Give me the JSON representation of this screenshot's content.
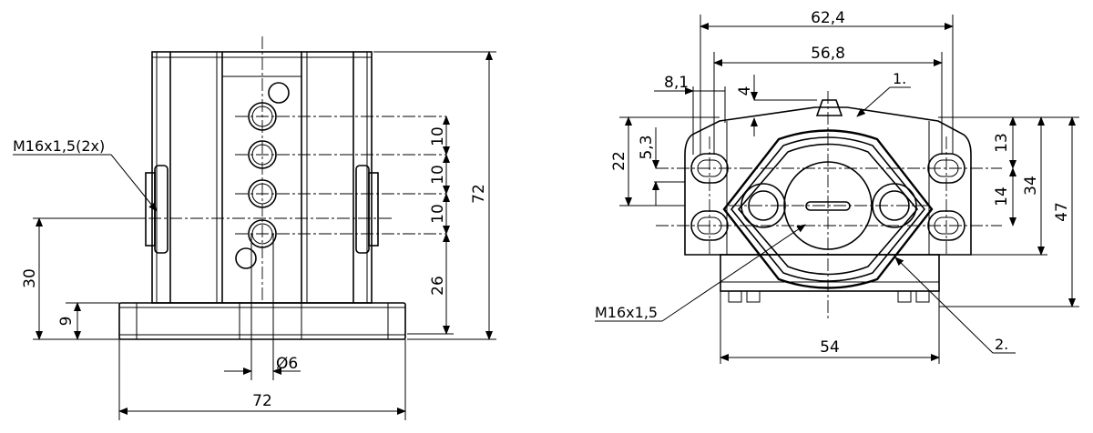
{
  "left_view": {
    "thread_callout": "M16x1,5(2x)",
    "dim_spacing_1": "10",
    "dim_spacing_2": "10",
    "dim_spacing_3": "10",
    "dim_lower_hole": "26",
    "dim_total_height": "72",
    "dim_port_height": "30",
    "dim_base_height": "9",
    "dim_hole_diameter": "Ø6",
    "dim_total_width": "72"
  },
  "right_view": {
    "dim_outer_width": "62,4",
    "dim_inner_width": "56,8",
    "dim_slot_offset": "8,1",
    "dim_nub": "4",
    "dim_flange": "22",
    "dim_slot": "5,3",
    "dim_upper_right": "13",
    "dim_slot_spacing": "14",
    "dim_mid_height": "34",
    "dim_total_height": "47",
    "dim_base_width": "54",
    "thread_callout": "M16x1,5",
    "item_1": "1.",
    "item_2": "2."
  }
}
